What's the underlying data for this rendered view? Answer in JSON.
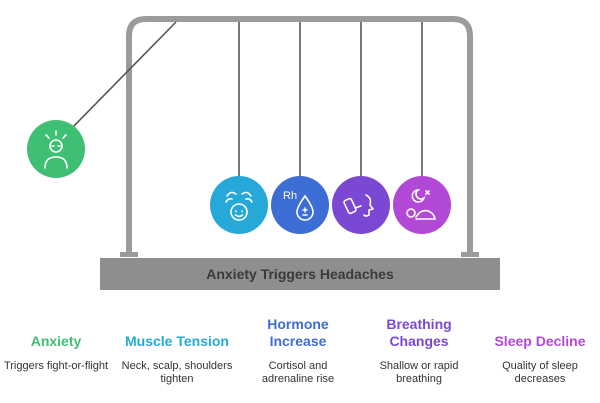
{
  "title": "Anxiety Triggers Headaches",
  "colors": {
    "frame": "#9b9b9b",
    "base": "#8e8e8e",
    "icon_stroke": "#ffffff"
  },
  "items": [
    {
      "title": "Anxiety",
      "description": "Triggers fight-or-flight",
      "color": "#3fbf74",
      "icon": "stressed-person-icon"
    },
    {
      "title": "Muscle Tension",
      "description": "Neck, scalp, shoulders tighten",
      "color": "#26a8d9",
      "icon": "head-massage-icon"
    },
    {
      "title": "Hormone Increase",
      "description": "Cortisol and adrenaline rise",
      "color": "#3d6ed6",
      "icon": "hormone-drop-icon",
      "icon_text": "Rh"
    },
    {
      "title": "Breathing Changes",
      "description": "Shallow or rapid breathing",
      "color": "#7b48d3",
      "icon": "inhaler-icon"
    },
    {
      "title": "Sleep Decline",
      "description": "Quality of sleep decreases",
      "color": "#b249d6",
      "icon": "sleeping-person-icon"
    }
  ]
}
